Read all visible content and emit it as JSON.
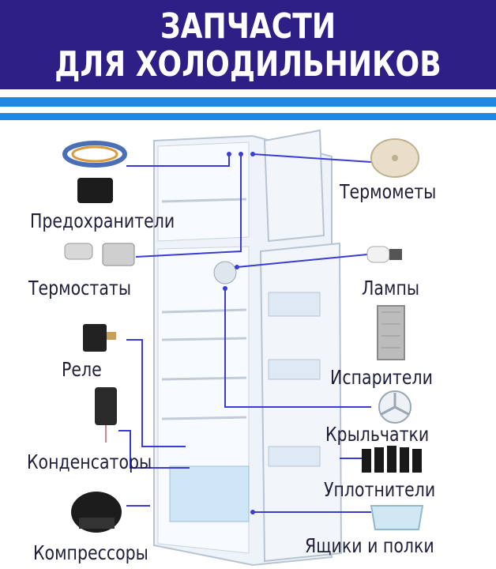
{
  "header": {
    "line1": "ЗАПЧАСТИ",
    "line2": "ДЛЯ ХОЛОДИЛЬНИКОВ"
  },
  "labels": {
    "fuses": "Предохранители",
    "thermostats": "Термостаты",
    "relay": "Реле",
    "capacitors": "Конденсаторы",
    "compressors": "Компрессоры",
    "thermometers": "Термометы",
    "lamps": "Лампы",
    "evaporators": "Испарители",
    "impellers": "Крыльчатки",
    "seals": "Уплотнители",
    "drawers": "Ящики и полки"
  },
  "colors": {
    "banner": "#2d1f86",
    "stripe": "#1e88e5",
    "leader": "#3b3bd6",
    "fridge": "#e8f0f8"
  }
}
